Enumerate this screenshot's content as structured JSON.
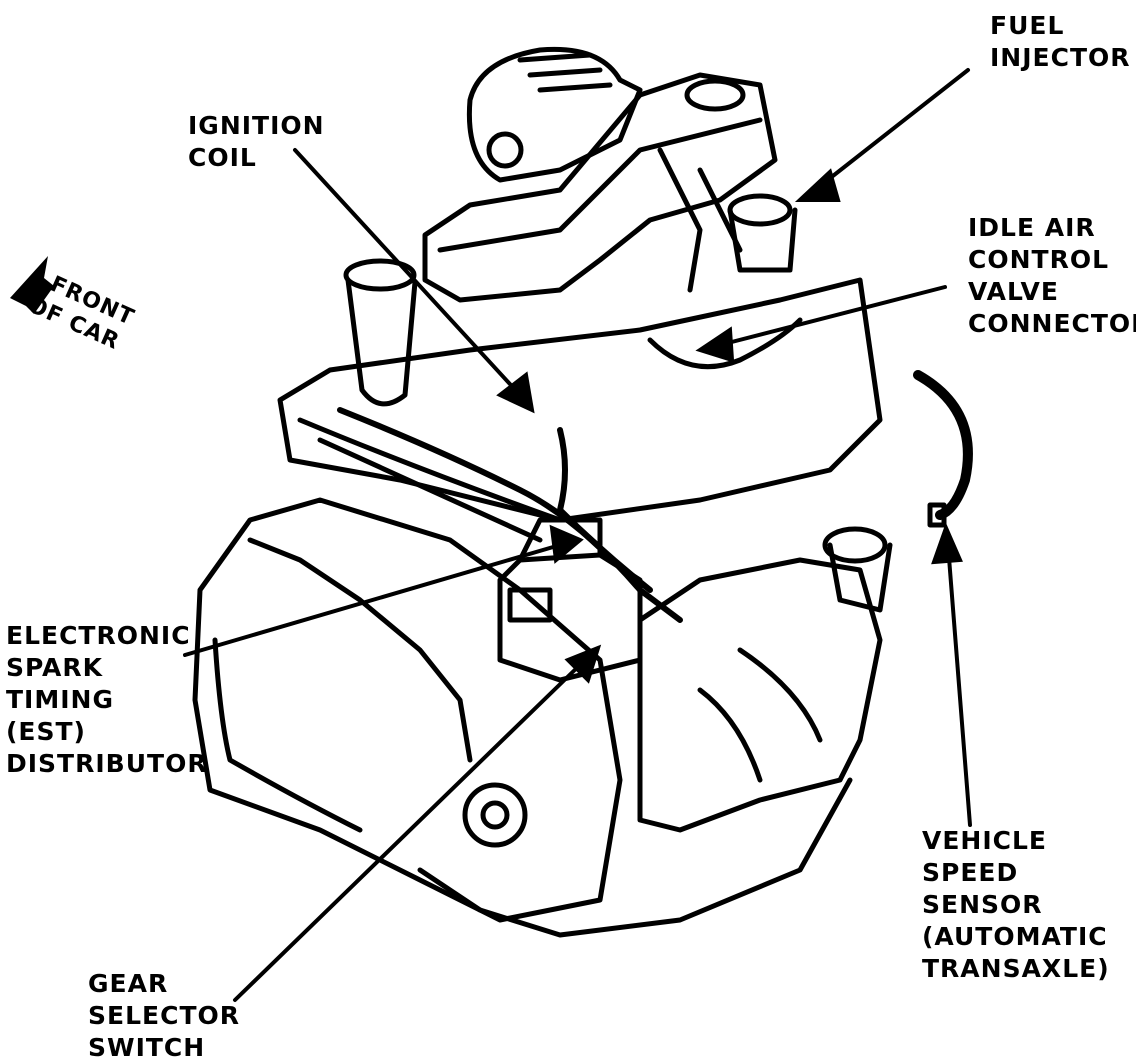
{
  "colors": {
    "ink": "#000000",
    "paper": "#ffffff"
  },
  "labels": {
    "fuel_injector": [
      "FUEL",
      "INJECTOR"
    ],
    "ignition_coil": [
      "IGNITION",
      "COIL"
    ],
    "idle_air": [
      "IDLE AIR",
      "CONTROL",
      "VALVE",
      "CONNECTOR"
    ],
    "front_of_car": [
      "FRONT",
      "OF CAR"
    ],
    "est": [
      "ELECTRONIC",
      "SPARK",
      "TIMING",
      "(EST)",
      "DISTRIBUTOR"
    ],
    "vss": [
      "VEHICLE",
      "SPEED",
      "SENSOR",
      "(AUTOMATIC",
      "TRANSAXLE)"
    ],
    "gear": [
      "GEAR",
      "SELECTOR",
      "SWITCH"
    ]
  },
  "icons": {
    "front_arrow": "front-arrow-icon"
  }
}
